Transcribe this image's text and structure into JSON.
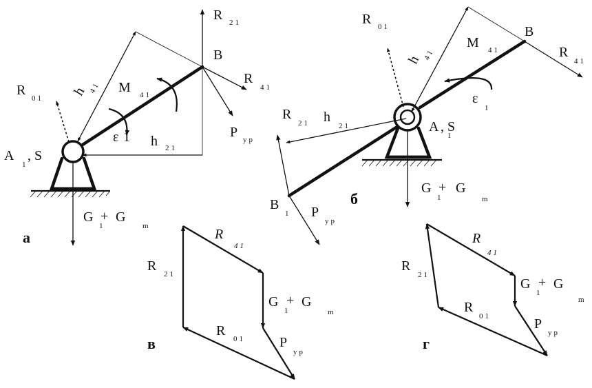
{
  "pane_labels": {
    "a": "а",
    "b": "б",
    "v": "в",
    "g": "г"
  },
  "diagram_a": {
    "R21": "R",
    "R21_sub": "21",
    "R01": "R",
    "R01_sub": "01",
    "h41": "h",
    "h41_sub": "41",
    "M41": "M",
    "M41_sub": "41",
    "B": "B",
    "R41": "R",
    "R41_sub": "41",
    "P": "P",
    "P_sub": "ур",
    "eps": "ε",
    "eps_sub": "1",
    "h21": "h",
    "h21_sub": "21",
    "A": "A",
    "AS_sep": ", S",
    "AS_sub": "1",
    "G": "G",
    "G_sub": "1",
    "plus": "+",
    "Gm": "G",
    "Gm_sub": "m"
  },
  "diagram_b": {
    "R01": "R",
    "R01_sub": "01",
    "M41": "M",
    "M41_sub": "41",
    "B": "B",
    "R41": "R",
    "R41_sub": "41",
    "h41": "h",
    "h41_sub": "41",
    "R21": "R",
    "R21_sub": "21",
    "h21": "h",
    "h21_sub": "21",
    "eps": "ε",
    "eps_sub": "1",
    "A": "A",
    "AS_sep": ", S",
    "AS_sub": "1",
    "B1": "B",
    "B1_sub": "1",
    "P": "P",
    "P_sub": "ур",
    "G": "G",
    "G_sub": "1",
    "plus": "+",
    "Gm": "G",
    "Gm_sub": "m"
  },
  "polygon_v": {
    "R41": "R",
    "R41_sub": "41",
    "R21": "R",
    "R21_sub": "21",
    "G": "G",
    "G_sub": "1",
    "plus": "+",
    "Gm": "G",
    "Gm_sub": "m",
    "R01": "R",
    "R01_sub": "01",
    "P": "P",
    "P_sub": "ур"
  },
  "polygon_g": {
    "R41": "R",
    "R41_sub": "41",
    "R21": "R",
    "R21_sub": "21",
    "G": "G",
    "G_sub": "1",
    "plus": "+",
    "Gm": "G",
    "Gm_sub": "m",
    "R01": "R",
    "R01_sub": "01",
    "P": "P",
    "P_sub": "ур"
  }
}
